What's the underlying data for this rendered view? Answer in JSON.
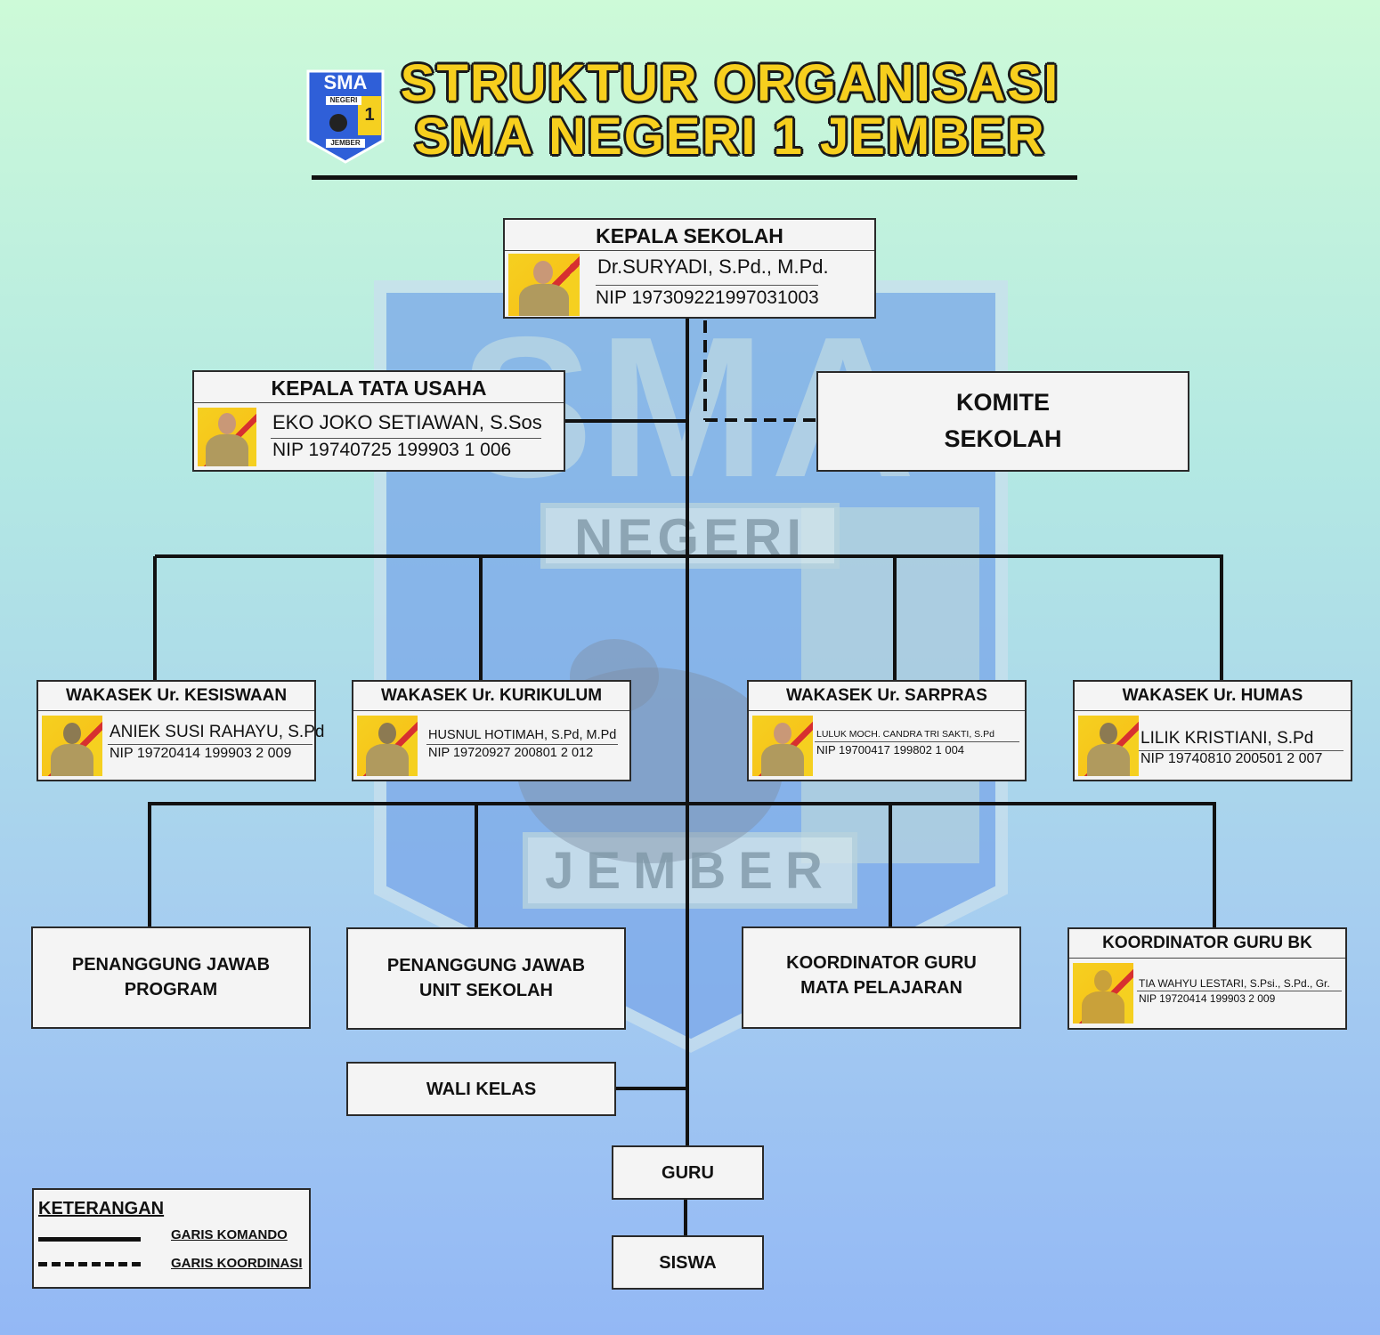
{
  "header": {
    "title_line1": "STRUKTUR ORGANISASI",
    "title_line2": "SMA NEGERI 1 JEMBER",
    "logo": {
      "text_top": "SMA",
      "text_band": "NEGERI",
      "text_num": "1",
      "text_bottom": "JEMBER"
    }
  },
  "watermark": {
    "text_big": "SMA",
    "text_negeri": "NEGERI",
    "text_jember": "JEMBER"
  },
  "kepala_sekolah": {
    "title": "KEPALA SEKOLAH",
    "name": "Dr.SURYADI, S.Pd., M.Pd.",
    "nip": "NIP 197309221997031003"
  },
  "kepala_tata_usaha": {
    "title": "KEPALA TATA USAHA",
    "name": "EKO JOKO SETIAWAN, S.Sos",
    "nip": "NIP 19740725 199903 1 006"
  },
  "komite": {
    "line1": "KOMITE",
    "line2": "SEKOLAH"
  },
  "wakasek": [
    {
      "title": "WAKASEK Ur. KESISWAAN",
      "name": "ANIEK SUSI RAHAYU, S.Pd",
      "nip": "NIP 19720414 199903 2 009"
    },
    {
      "title": "WAKASEK Ur. KURIKULUM",
      "name": "HUSNUL HOTIMAH, S.Pd, M.Pd",
      "nip": "NIP 19720927 200801 2 012"
    },
    {
      "title": "WAKASEK Ur. SARPRAS",
      "name": "LULUK MOCH. CANDRA TRI SAKTI, S.Pd",
      "nip": "NIP 19700417 199802 1 004"
    },
    {
      "title": "WAKASEK Ur. HUMAS",
      "name": "LILIK KRISTIANI, S.Pd",
      "nip": "NIP 19740810 200501 2 007"
    }
  ],
  "level3": {
    "pj_program": {
      "line1": "PENANGGUNG JAWAB",
      "line2": "PROGRAM"
    },
    "pj_unit": {
      "line1": "PENANGGUNG JAWAB",
      "line2": "UNIT SEKOLAH"
    },
    "koord_mapel": {
      "line1": "KOORDINATOR GURU",
      "line2": "MATA PELAJARAN"
    },
    "koord_bk": {
      "title": "KOORDINATOR GURU BK",
      "name": "TIA WAHYU LESTARI, S.Psi., S.Pd., Gr.",
      "nip": "NIP 19720414 199903 2 009"
    }
  },
  "wali_kelas": "WALI KELAS",
  "guru": "GURU",
  "siswa": "SISWA",
  "legend": {
    "title": "KETERANGAN",
    "komando": "GARIS KOMANDO",
    "koordinasi": "GARIS KOORDINASI"
  }
}
